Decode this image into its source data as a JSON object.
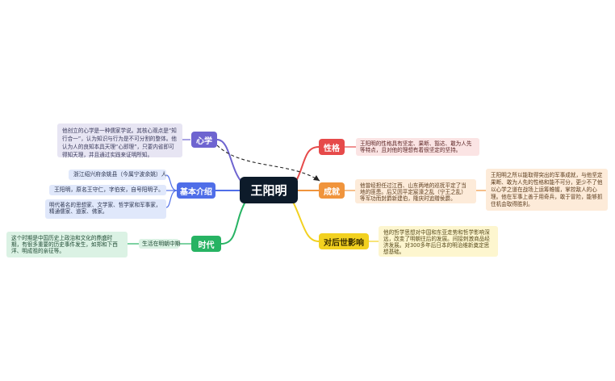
{
  "center": {
    "label": "王阳明"
  },
  "branches": {
    "xinxue": {
      "label": "心学",
      "color": "#6e64d0",
      "note": "他创立的心学是一种儒家学说。其核心观点是“知行合一”，认为知识与行为是不可分割的整体。他认为人的良知本具天理“心即理”，只要内省即可得知天理，并且通过实践来证明所知。"
    },
    "jiben": {
      "label": "基本介绍",
      "color": "#4f6ee8",
      "items": [
        "浙江绍兴府余姚县（今属宁波余姚）人",
        "王阳明，原名王守仁，字伯安，自号阳明子。",
        "明代著名的思想家、文学家、哲学家和军事家，精通儒家、道家、佛家。"
      ]
    },
    "shidai": {
      "label": "时代",
      "color": "#27b363",
      "sub": "生活在明朝中期",
      "note": "这个时期是中国历史上政治和文化的鼎盛时期，有很多重要的历史事件发生，如郑和下西洋、明成祖的亲征等。"
    },
    "xingge": {
      "label": "性格",
      "color": "#e64a4a",
      "note": "王阳明的性格具有坚定、果断、豁达、敢为人先等特点，且对他的理想有着很坚定的坚持。"
    },
    "chengjiu": {
      "label": "成就",
      "color": "#f0943c",
      "note": "他曾经担任过江西、山东两地的巡抚平定了当地的匪患。后又因平定宸濠之乱（宁王之乱）等军功而封爵新建伯，隆庆时追赠侯爵。",
      "note2": "王阳明之所以能取得突出的军事成就，与他坚定果断、敢为人先的性格和能不可分，更少不了他以心学之道在战场上运筹帷幄，掌控敌人的心理。他在军事上善于用奇兵，敢于冒险，能够抓住机会取得胜利。"
    },
    "yingxiang": {
      "label": "对后世影响",
      "color": "#f2d120",
      "note": "他的哲学思想对中国和东亚走势和哲学影响深远，改变了明朝往后的发展。间接刺激商品经济发展。对300多年后日本的明治维新奠定思想基础。"
    }
  }
}
